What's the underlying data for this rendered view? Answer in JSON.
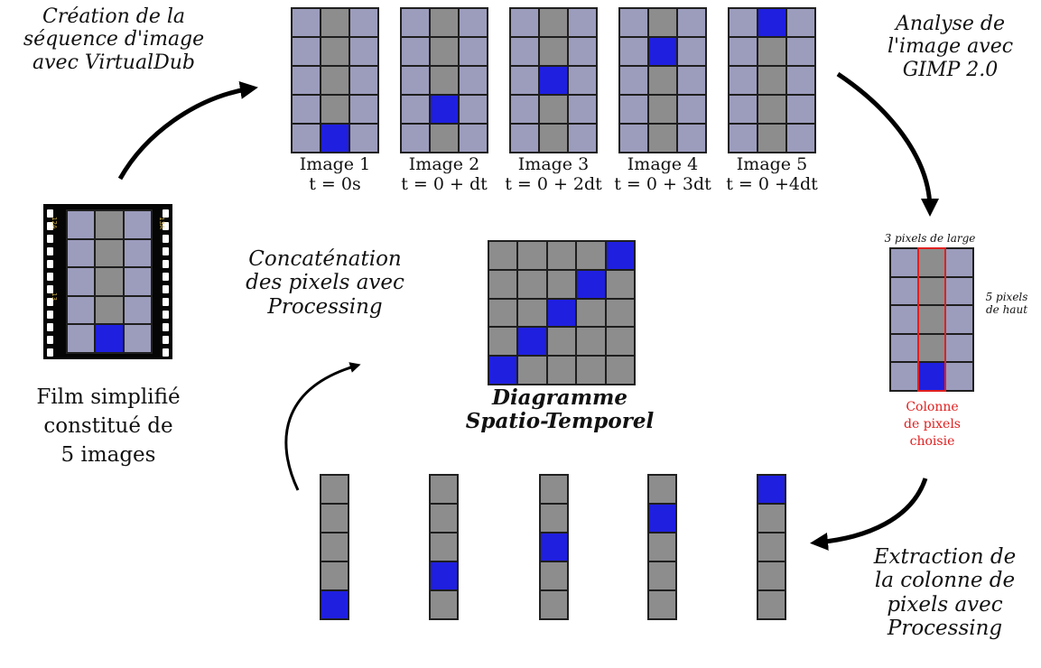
{
  "labels": {
    "creation": [
      "Création de la",
      "séquence d'image",
      "avec VirtualDub"
    ],
    "analyse": [
      "Analyse de",
      "l'image avec",
      "GIMP 2.0"
    ],
    "concat": [
      "Concaténation",
      "des pixels avec",
      "Processing"
    ],
    "extraction": [
      "Extraction de",
      "la colonne de",
      "pixels avec",
      "Processing"
    ],
    "film": [
      "Film simplifié",
      "constitué de",
      "5 images"
    ],
    "diagram_title": [
      "Diagramme",
      "Spatio-Temporel"
    ],
    "width_note": "3 pixels de large",
    "height_note": [
      "5 pixels",
      "de haut"
    ],
    "chosen_column": [
      "Colonne",
      "de pixels",
      "choisie"
    ],
    "film_edge_top": "12A",
    "film_edge_mid": "13",
    "film_edge_bottom": "13A"
  },
  "frames": [
    {
      "name": "Image 1",
      "time": "t = 0s",
      "blue_row": 4
    },
    {
      "name": "Image 2",
      "time": "t = 0 + dt",
      "blue_row": 3
    },
    {
      "name": "Image 3",
      "time": "t = 0 + 2dt",
      "blue_row": 2
    },
    {
      "name": "Image 4",
      "time": "t = 0 + 3dt",
      "blue_row": 1
    },
    {
      "name": "Image 5",
      "time": "t = 0 +4dt",
      "blue_row": 0
    }
  ],
  "colors": {
    "gray": "#8d8d8d",
    "lavender": "#9c9cbd",
    "blue": "#1f1fe0",
    "red_highlight": "#e02020",
    "arrow": "#000000"
  }
}
